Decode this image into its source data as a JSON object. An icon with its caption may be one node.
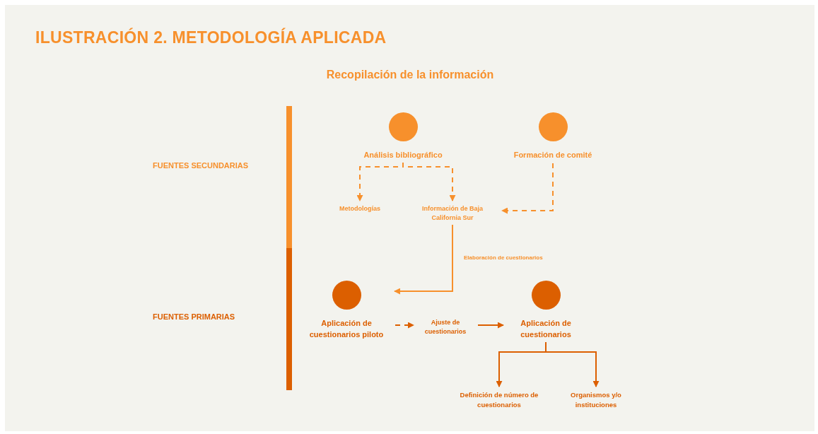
{
  "diagram": {
    "title": "ILUSTRACIÓN 2. METODOLOGÍA APLICADA",
    "nodes": [
      {
        "text": [
          "Análisis bibliográfico"
        ]
      },
      {
        "text": [
          "Formación de comité"
        ]
      },
      {
        "text": [
          "Metodologías"
        ]
      },
      {
        "text": [
          "Información de Baja California Sur"
        ]
      },
      {
        "text": [
          "Aplicación de cuestionarios piloto"
        ]
      },
      {
        "text": [
          "Ajuste de cuestionarios"
        ]
      },
      {
        "text": [
          "Aplicación de cuestionarios"
        ]
      },
      {
        "text": [
          "Definición de número de cuestionarios"
        ]
      },
      {
        "text": [
          "Organismos y/o instituciones"
        ]
      }
    ],
    "edges": [
      {
        "from": 0,
        "to": 2,
        "arrow": "to",
        "style": "dashed"
      },
      {
        "from": 0,
        "to": 3,
        "arrow": "to",
        "style": "dashed"
      },
      {
        "from": 1,
        "to": 3,
        "arrow": "to",
        "style": "dashed"
      },
      {
        "from": 3,
        "to": 4,
        "arrow": "to",
        "label": "Elaboración de cuestionarios"
      },
      {
        "from": 4,
        "to": 5,
        "arrow": "to",
        "style": "dashed",
        "color": "#dc5f00"
      },
      {
        "from": 5,
        "to": 6,
        "arrow": "to",
        "color": "#dc5f00"
      },
      {
        "from": 6,
        "to": 7,
        "arrow": "to",
        "color": "#dc5f00"
      },
      {
        "from": 6,
        "to": 8,
        "arrow": "to",
        "color": "#dc5f00"
      }
    ],
    "labels": [
      "Recopilación de la información",
      "FUENTES SECUNDARIAS",
      "FUENTES PRIMARIAS"
    ]
  }
}
